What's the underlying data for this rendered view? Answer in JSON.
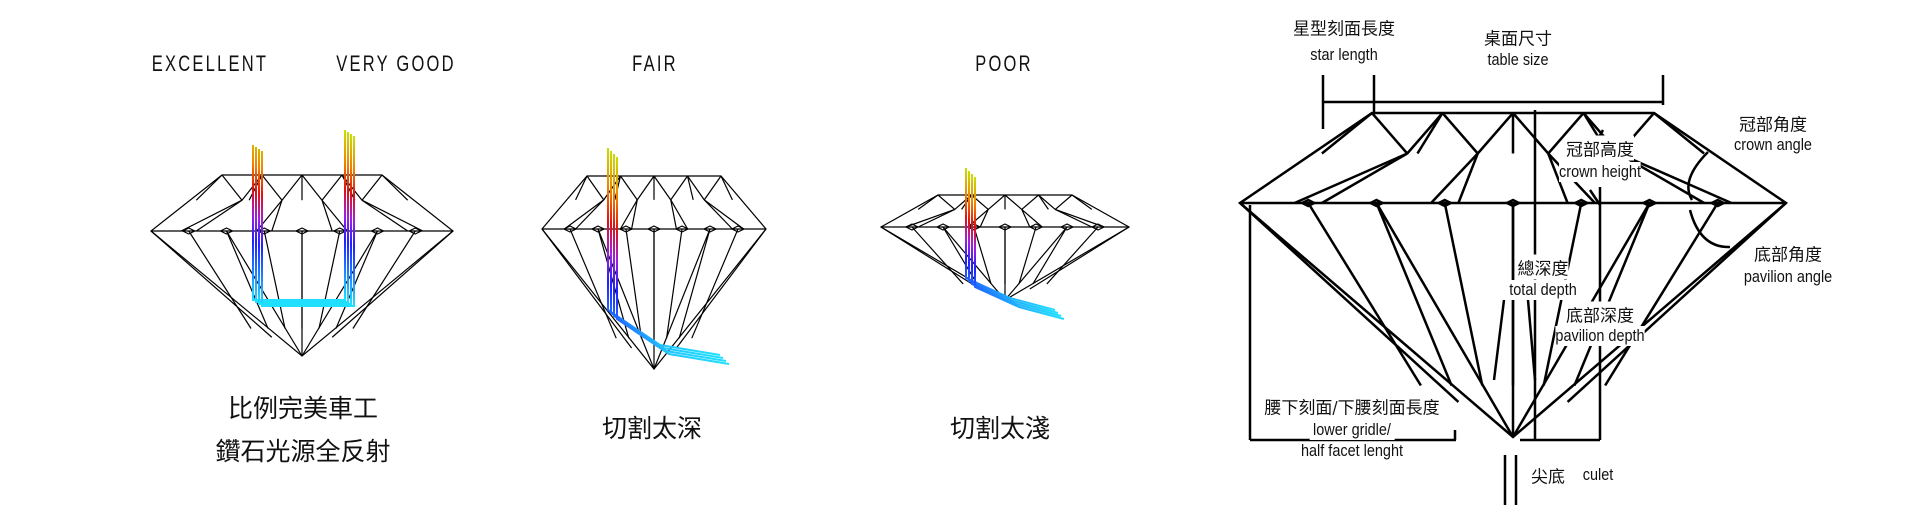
{
  "grades": {
    "excellent": "EXCELLENT",
    "very_good": "VERY GOOD",
    "fair": "FAIR",
    "poor": "POOR"
  },
  "captions": {
    "ideal_line1": "比例完美車工",
    "ideal_line2": "鑽石光源全反射",
    "deep": "切割太深",
    "shallow": "切割太淺"
  },
  "anatomy": {
    "star_length": {
      "zh": "星型刻面長度",
      "en": "star length"
    },
    "table_size": {
      "zh": "桌面尺寸",
      "en": "table size"
    },
    "crown_height": {
      "zh": "冠部高度",
      "en": "crown height"
    },
    "crown_angle": {
      "zh": "冠部角度",
      "en": "crown angle"
    },
    "total_depth": {
      "zh": "總深度",
      "en": "total depth"
    },
    "pavilion_angle": {
      "zh": "底部角度",
      "en": "pavilion angle"
    },
    "pavilion_depth": {
      "zh": "底部深度",
      "en": "pavilion depth"
    },
    "lower_girdle": {
      "zh": "腰下刻面/下腰刻面長度",
      "en1": "lower gridle/",
      "en2": "half facet lenght"
    },
    "culet": {
      "zh": "尖底",
      "en": "culet"
    }
  },
  "colors": {
    "ray_gradient": [
      "#c8e000",
      "#f08000",
      "#e01010",
      "#a020e0",
      "#2020ff",
      "#20e0ff"
    ],
    "line": "#000000"
  }
}
